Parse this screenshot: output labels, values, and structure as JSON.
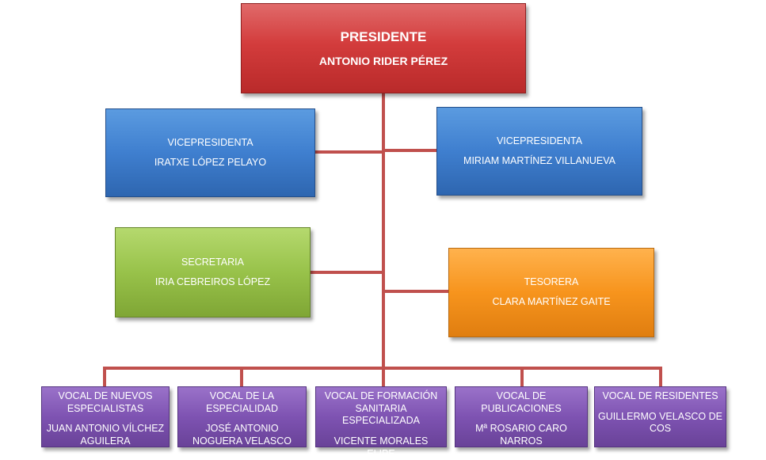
{
  "colors": {
    "connector": "#c0504d",
    "president": "#d33c3c",
    "vice": "#3f7fcf",
    "secretary": "#98c24a",
    "treasurer": "#f7941d",
    "vocal": "#7e53b2"
  },
  "president": {
    "title": "PRESIDENTE",
    "name": "ANTONIO RIDER PÉREZ"
  },
  "vice_left": {
    "title": "VICEPRESIDENTA",
    "name": "IRATXE LÓPEZ PELAYO"
  },
  "vice_right": {
    "title": "VICEPRESIDENTA",
    "name": "MIRIAM MARTÍNEZ VILLANUEVA"
  },
  "secretary": {
    "title": "SECRETARIA",
    "name": "IRIA CEBREIROS LÓPEZ"
  },
  "treasurer": {
    "title": "TESORERA",
    "name": "CLARA MARTÍNEZ GAITE"
  },
  "vocals": [
    {
      "title": "VOCAL DE NUEVOS ESPECIALISTAS",
      "name": "JUAN ANTONIO VÍLCHEZ AGUILERA"
    },
    {
      "title": "VOCAL DE LA ESPECIALIDAD",
      "name": "JOSÉ ANTONIO NOGUERA VELASCO"
    },
    {
      "title": "VOCAL DE FORMACIÓN SANITARIA ESPECIALIZADA",
      "name": "VICENTE MORALES ELIPE"
    },
    {
      "title": "VOCAL DE PUBLICACIONES",
      "name": "Mª ROSARIO CARO NARROS"
    },
    {
      "title": "VOCAL DE RESIDENTES",
      "name": "GUILLERMO VELASCO DE COS"
    }
  ]
}
